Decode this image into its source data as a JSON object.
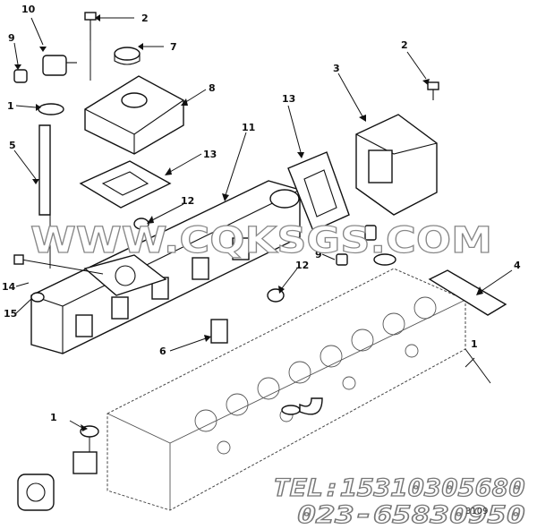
{
  "callouts": {
    "c10": "10",
    "c2a": "2",
    "c9a": "9",
    "c7": "7",
    "c8": "8",
    "c1a": "1",
    "c5": "5",
    "c13a": "13",
    "c2b": "2",
    "c3": "3",
    "c13b": "13",
    "c11": "11",
    "c12a": "12",
    "c12b": "12",
    "c9b": "9",
    "c14": "14",
    "c15": "15",
    "c6": "6",
    "c4": "4",
    "c1b": "1",
    "c1c": "1"
  },
  "watermark": "WWW.CQKSGS.COM",
  "contact": {
    "tel": "TEL:15310305680",
    "phone": "023-65830950"
  },
  "drawing_code": "3109"
}
